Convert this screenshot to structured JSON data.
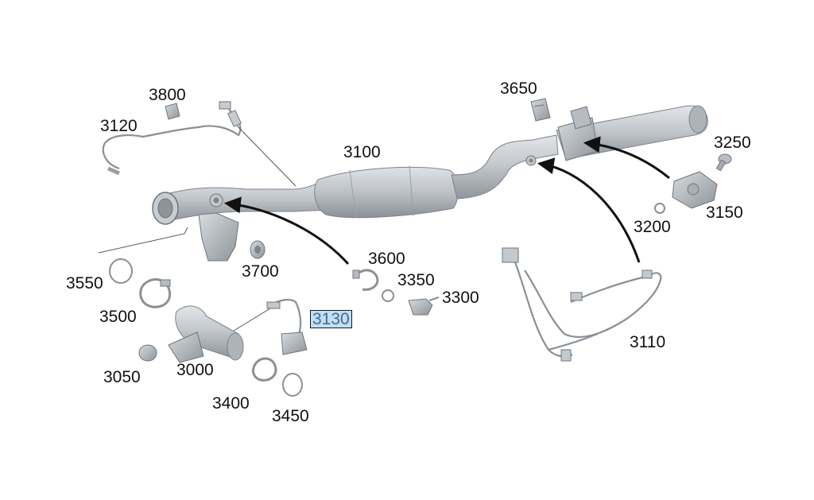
{
  "diagram": {
    "parts": [
      {
        "id": "p3800",
        "label": "3800"
      },
      {
        "id": "p3120",
        "label": "3120"
      },
      {
        "id": "p3100",
        "label": "3100"
      },
      {
        "id": "p3650",
        "label": "3650"
      },
      {
        "id": "p3250",
        "label": "3250"
      },
      {
        "id": "p3150",
        "label": "3150"
      },
      {
        "id": "p3200",
        "label": "3200"
      },
      {
        "id": "p3700",
        "label": "3700"
      },
      {
        "id": "p3600",
        "label": "3600"
      },
      {
        "id": "p3550",
        "label": "3550"
      },
      {
        "id": "p3350",
        "label": "3350"
      },
      {
        "id": "p3300",
        "label": "3300"
      },
      {
        "id": "p3500",
        "label": "3500"
      },
      {
        "id": "p3130",
        "label": "3130",
        "highlighted": true
      },
      {
        "id": "p3110",
        "label": "3110"
      },
      {
        "id": "p3050",
        "label": "3050"
      },
      {
        "id": "p3000",
        "label": "3000"
      },
      {
        "id": "p3400",
        "label": "3400"
      },
      {
        "id": "p3450",
        "label": "3450"
      }
    ],
    "colors": {
      "part_fill": "#b9bec4",
      "part_light": "#d9dde1",
      "part_dark": "#8b9198",
      "outline": "#6f757c",
      "arrow": "#111111",
      "highlight": "#bfe0f7",
      "text": "#111111"
    }
  }
}
